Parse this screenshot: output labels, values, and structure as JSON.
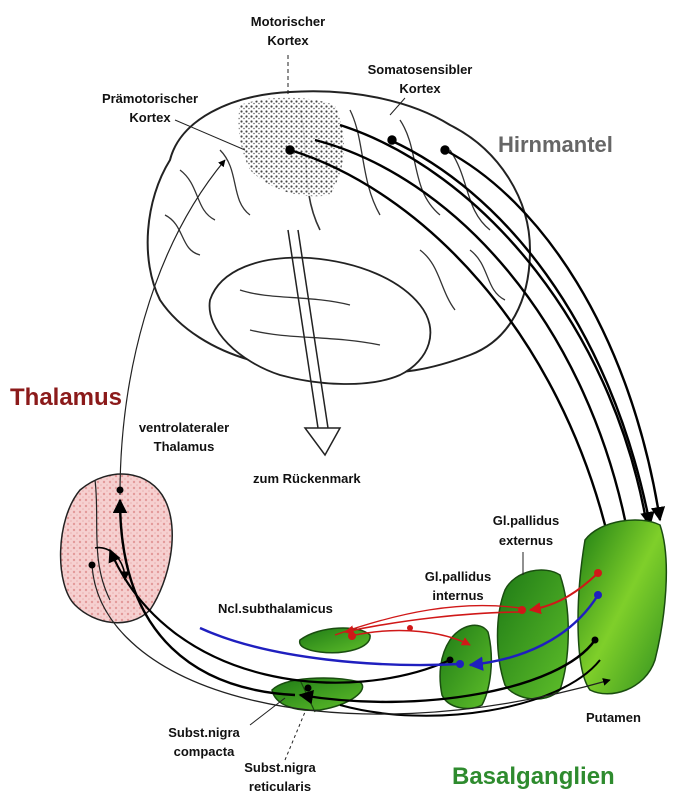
{
  "labels": {
    "motor_cortex_line1": "Motorischer",
    "motor_cortex_line2": "Kortex",
    "somato_line1": "Somatosensibler",
    "somato_line2": "Kortex",
    "premotor_line1": "Prämotorischer",
    "premotor_line2": "Kortex",
    "hirnmantel": "Hirnmantel",
    "thalamus_title": "Thalamus",
    "vl_thalamus_line1": "ventrolateraler",
    "vl_thalamus_line2": "Thalamus",
    "spinal": "zum Rückenmark",
    "gpe_line1": "Gl.pallidus",
    "gpe_line2": "externus",
    "gpi_line1": "Gl.pallidus",
    "gpi_line2": "internus",
    "stn": "Ncl.subthalamicus",
    "putamen": "Putamen",
    "snc_line1": "Subst.nigra",
    "snc_line2": "compacta",
    "snr_line1": "Subst.nigra",
    "snr_line2": "reticularis",
    "basalganglien": "Basalganglien"
  },
  "colors": {
    "thalamus_title": "#8b1a1a",
    "hirnmantel": "#666666",
    "basalganglien": "#2e8b2e",
    "excitatory": "#000000",
    "inhibitory": "#1f1fbf",
    "indirect": "#d01818",
    "thalamus_fill": "#f4c6c6",
    "nucleus_green": "#2f8f1f",
    "putamen_green": "#4caf1c"
  }
}
